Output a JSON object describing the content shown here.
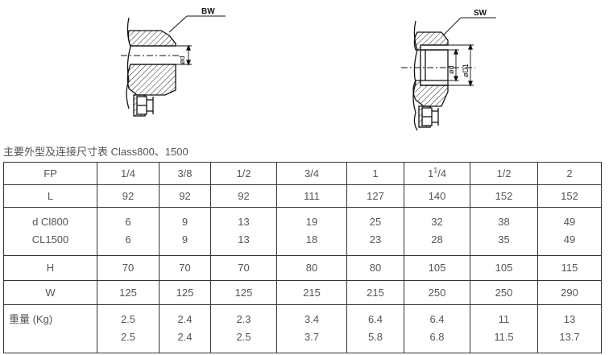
{
  "drawings": {
    "left_label": "BW",
    "right_label": "SW",
    "left_dim": "ød",
    "right_dim_inner": "ød",
    "right_dim_outer": "øD1"
  },
  "caption": "主要外型及连接尺寸表 Class800、1500",
  "table": {
    "header": {
      "label": "FP",
      "sizes": [
        "1/4",
        "3/8",
        "1/2",
        "3/4",
        "1",
        "1",
        "1/2",
        "2"
      ],
      "size6_sup": "1",
      "size6_tail": "/4"
    },
    "rows": {
      "L": {
        "label": "L",
        "values": [
          "92",
          "92",
          "92",
          "111",
          "127",
          "140",
          "152",
          "152"
        ]
      },
      "d_cl800": {
        "label": "d Cl800",
        "values": [
          "6",
          "9",
          "13",
          "19",
          "25",
          "32",
          "38",
          "49"
        ]
      },
      "d_cl1500": {
        "label": "CL1500",
        "values": [
          "6",
          "9",
          "13",
          "18",
          "23",
          "28",
          "35",
          "49"
        ]
      },
      "H": {
        "label": "H",
        "values": [
          "70",
          "70",
          "70",
          "80",
          "80",
          "105",
          "105",
          "115"
        ]
      },
      "W": {
        "label": "W",
        "values": [
          "125",
          "125",
          "125",
          "215",
          "215",
          "250",
          "250",
          "290"
        ]
      },
      "weight_a": {
        "label": "重量 (Kg)",
        "values": [
          "2.5",
          "2.4",
          "2.3",
          "3.4",
          "6.4",
          "6.4",
          "11",
          "13"
        ]
      },
      "weight_b": {
        "label": "",
        "values": [
          "2.5",
          "2.4",
          "2.5",
          "3.7",
          "5.8",
          "6.8",
          "11.5",
          "13.7"
        ]
      }
    }
  }
}
